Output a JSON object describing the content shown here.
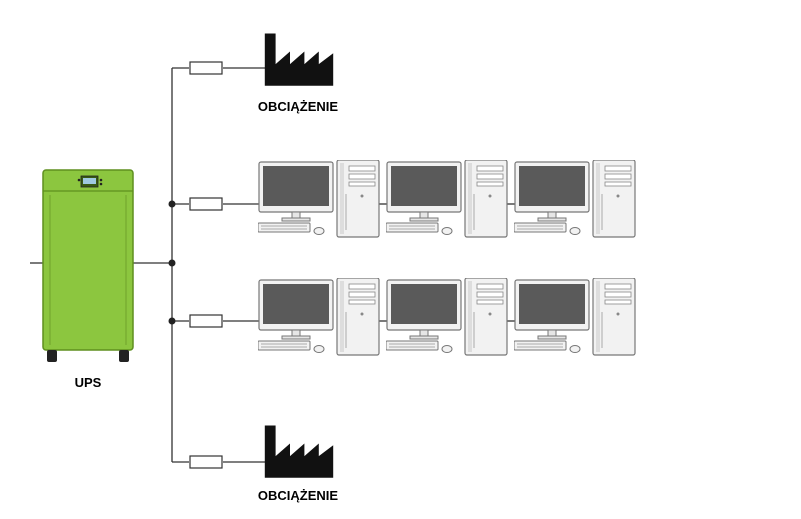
{
  "labels": {
    "ups": "UPS",
    "load_top": "OBCIĄŻENIE",
    "load_bottom": "OBCIĄŻENIE"
  },
  "colors": {
    "ups_body": "#8cc63f",
    "ups_edge": "#5e8f1f",
    "lines": "#333333",
    "factory": "#111111",
    "monitor_screen": "#5a5a5a",
    "pc_outline": "#777777"
  },
  "icons": [
    "ups-cabinet-icon",
    "factory-icon",
    "fuse-icon",
    "computer-workstation-icon"
  ]
}
